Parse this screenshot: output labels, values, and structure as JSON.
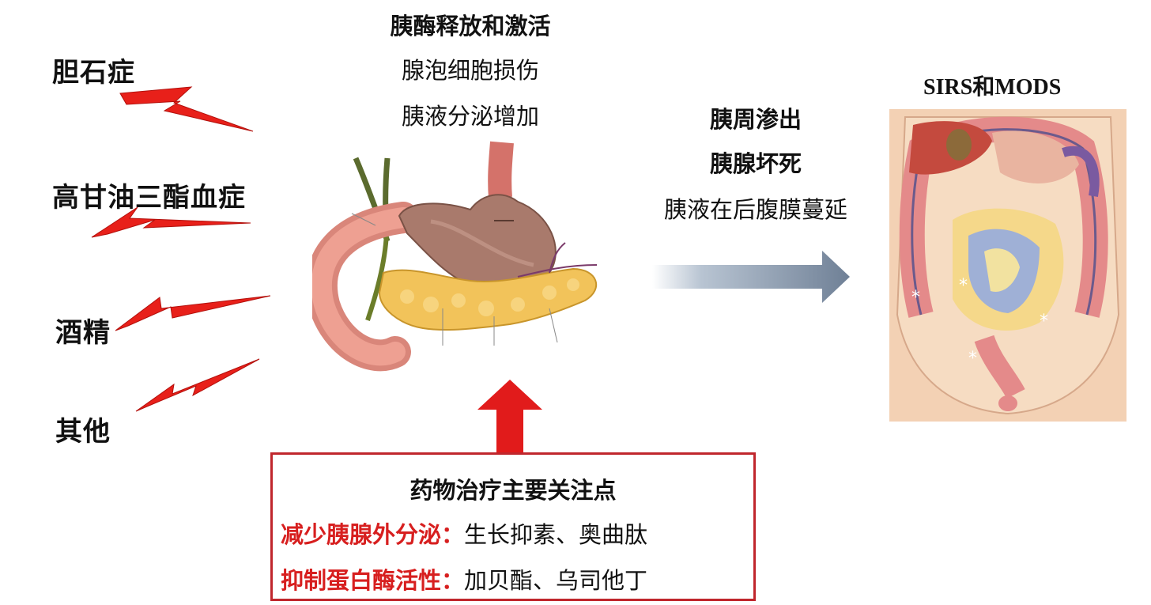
{
  "causes": [
    "胆石症",
    "高甘油三酯血症",
    "酒精",
    "其他"
  ],
  "center_top": {
    "heading": "胰酶释放和激活",
    "lines": [
      "腺泡细胞损伤",
      "胰液分泌增加"
    ]
  },
  "middle_right": {
    "lines_bold": [
      "胰周渗出",
      "胰腺坏死"
    ],
    "line_regular": "胰液在后腹膜蔓延"
  },
  "right_title": "SIRS和MODS",
  "treatment": {
    "title": "药物治疗主要关注点",
    "rows": [
      {
        "label": "减少胰腺外分泌：",
        "value": "生长抑素、奥曲肽"
      },
      {
        "label": "抑制蛋白酶活性：",
        "value": "加贝酯、乌司他丁"
      }
    ]
  },
  "colors": {
    "bolt_red": "#e8201a",
    "box_border": "#c0262c",
    "arrow_gray": "#7f8fa3",
    "up_arrow_red": "#e11b1b"
  },
  "icons": [
    "lightning-bolt-icon",
    "right-arrow-icon",
    "up-arrow-icon"
  ]
}
